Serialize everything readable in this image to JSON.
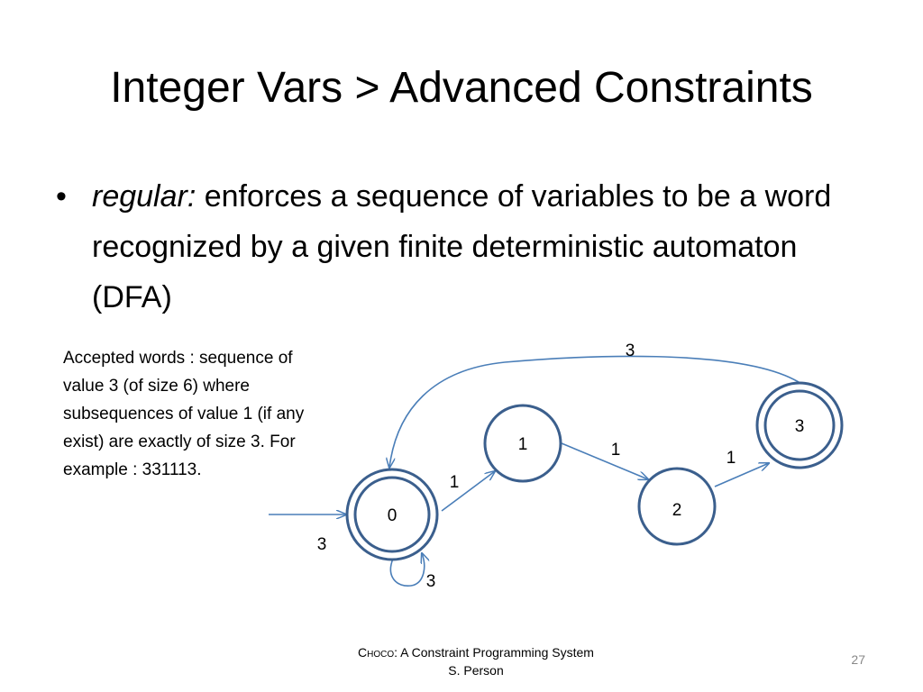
{
  "slide": {
    "title": "Integer Vars > Advanced Constraints",
    "bullet": {
      "symbol": "•",
      "term": "regular:",
      "text": " enforces a sequence of variables to be a word recognized by a given finite deterministic automaton (DFA)"
    },
    "note": "Accepted words : sequence of value 3 (of size 6) where subsequences of value 1 (if any exist) are exactly of size 3. For example : 331113.",
    "footer": {
      "line1_smallcaps": "Choco",
      "line1_rest": ": A Constraint Programming System",
      "line2": "S. Person"
    },
    "page_number": "27"
  },
  "automaton": {
    "states": [
      {
        "id": "0",
        "label": "0",
        "accepting": true
      },
      {
        "id": "1",
        "label": "1",
        "accepting": false
      },
      {
        "id": "2",
        "label": "2",
        "accepting": false
      },
      {
        "id": "3",
        "label": "3",
        "accepting": true
      }
    ],
    "initial_state": "0",
    "initial_label": "3",
    "transitions": [
      {
        "from": "0",
        "to": "1",
        "label": "1"
      },
      {
        "from": "1",
        "to": "2",
        "label": "1"
      },
      {
        "from": "2",
        "to": "3",
        "label": "1"
      },
      {
        "from": "3",
        "to": "0",
        "label": "3"
      },
      {
        "from": "0",
        "to": "0",
        "label": "3"
      }
    ],
    "colors": {
      "state_stroke": "#3b5f8d",
      "edge": "#4a7eb8"
    }
  }
}
